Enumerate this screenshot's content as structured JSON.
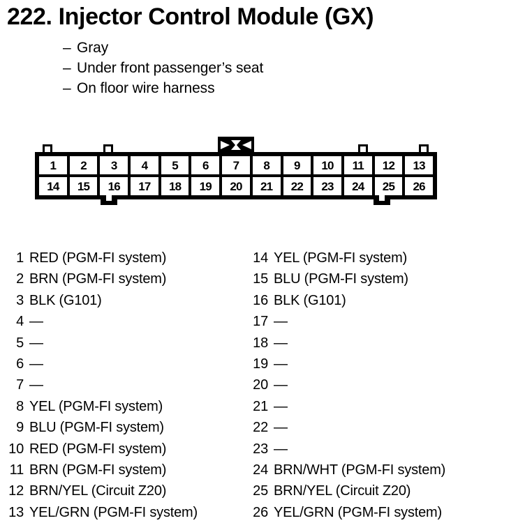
{
  "title": "222.  Injector Control Module (GX)",
  "notes": [
    {
      "dash": "–",
      "text": "Gray"
    },
    {
      "dash": "–",
      "text": "Under front passenger’s seat"
    },
    {
      "dash": "–",
      "text": "On floor wire harness"
    }
  ],
  "connector": {
    "top_row": [
      "1",
      "2",
      "3",
      "4",
      "5",
      "6",
      "7",
      "8",
      "9",
      "10",
      "11",
      "12",
      "13"
    ],
    "bottom_row": [
      "14",
      "15",
      "16",
      "17",
      "18",
      "19",
      "20",
      "21",
      "22",
      "23",
      "24",
      "25",
      "26"
    ],
    "top_tab_pins": [
      "1",
      "3",
      "11",
      "13"
    ],
    "bottom_tab_pins": [
      "16",
      "24"
    ],
    "latch": "bowtie-latch",
    "body_color": "#000000",
    "cell_color": "#ffffff"
  },
  "pins_left": [
    {
      "num": "1",
      "desc": "RED (PGM-FI system)"
    },
    {
      "num": "2",
      "desc": "BRN (PGM-FI system)"
    },
    {
      "num": "3",
      "desc": "BLK (G101)"
    },
    {
      "num": "4",
      "desc": "—"
    },
    {
      "num": "5",
      "desc": "—"
    },
    {
      "num": "6",
      "desc": "—"
    },
    {
      "num": "7",
      "desc": "—"
    },
    {
      "num": "8",
      "desc": "YEL (PGM-FI system)"
    },
    {
      "num": "9",
      "desc": "BLU (PGM-FI system)"
    },
    {
      "num": "10",
      "desc": "RED (PGM-FI system)"
    },
    {
      "num": "11",
      "desc": "BRN (PGM-FI system)"
    },
    {
      "num": "12",
      "desc": "BRN/YEL (Circuit Z20)"
    },
    {
      "num": "13",
      "desc": "YEL/GRN (PGM-FI system)"
    }
  ],
  "pins_right": [
    {
      "num": "14",
      "desc": "YEL (PGM-FI system)"
    },
    {
      "num": "15",
      "desc": "BLU (PGM-FI system)"
    },
    {
      "num": "16",
      "desc": "BLK (G101)"
    },
    {
      "num": "17",
      "desc": "—"
    },
    {
      "num": "18",
      "desc": "—"
    },
    {
      "num": "19",
      "desc": "—"
    },
    {
      "num": "20",
      "desc": "—"
    },
    {
      "num": "21",
      "desc": "—"
    },
    {
      "num": "22",
      "desc": "—"
    },
    {
      "num": "23",
      "desc": "—"
    },
    {
      "num": "24",
      "desc": "BRN/WHT (PGM-FI system)"
    },
    {
      "num": "25",
      "desc": "BRN/YEL (Circuit Z20)"
    },
    {
      "num": "26",
      "desc": "YEL/GRN (PGM-FI system)"
    }
  ]
}
